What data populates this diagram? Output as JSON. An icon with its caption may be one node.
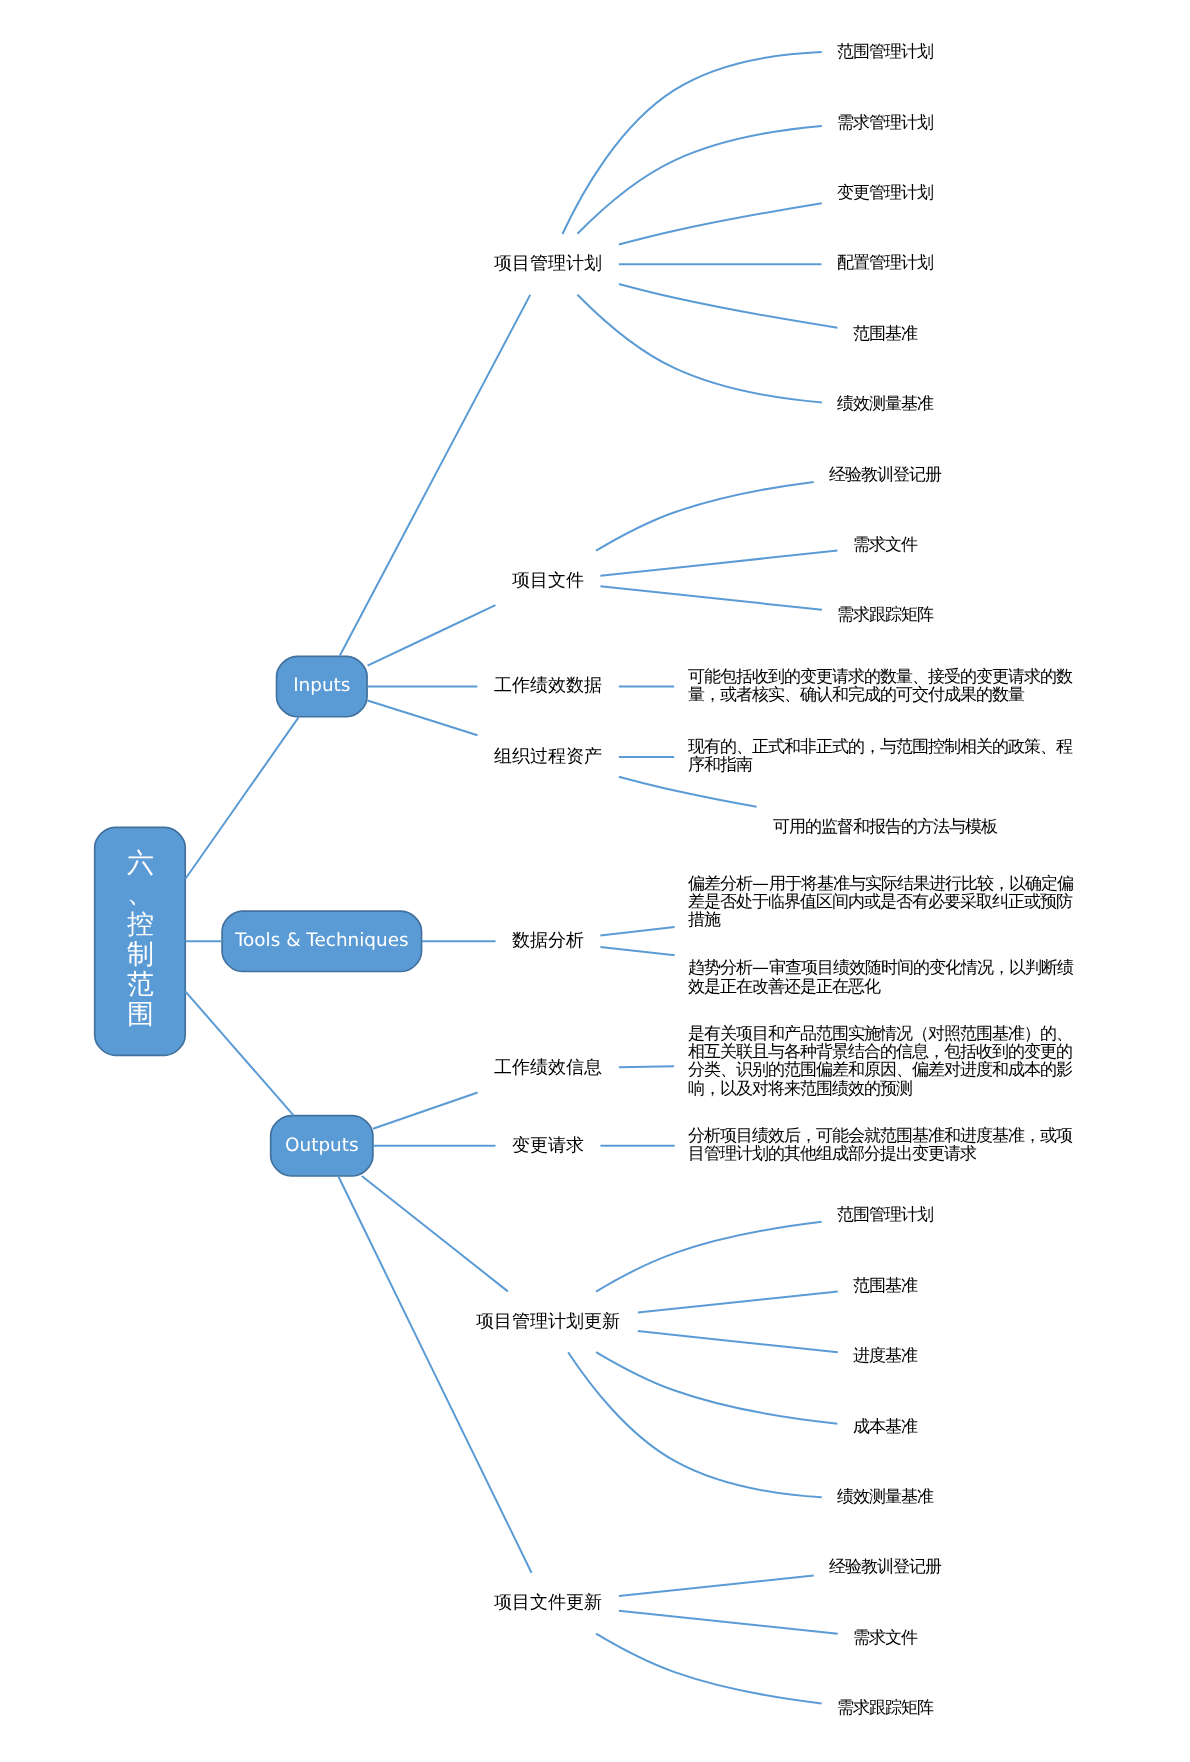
{
  "diagram": {
    "nodes": [
      {
        "text": [
          "六、控制范围"
        ]
      },
      {
        "text": [
          "Inputs"
        ]
      },
      {
        "text": [
          "项目管理计划"
        ]
      },
      {
        "text": [
          "范围管理计划"
        ]
      },
      {
        "text": [
          "需求管理计划"
        ]
      },
      {
        "text": [
          "变更管理计划"
        ]
      },
      {
        "text": [
          "配置管理计划"
        ]
      },
      {
        "text": [
          "范围基准"
        ]
      },
      {
        "text": [
          "绩效测量基准"
        ]
      },
      {
        "text": [
          "项目文件"
        ]
      },
      {
        "text": [
          "经验教训登记册"
        ]
      },
      {
        "text": [
          "需求文件"
        ]
      },
      {
        "text": [
          "需求跟踪矩阵"
        ]
      },
      {
        "text": [
          "工作绩效数据"
        ]
      },
      {
        "text": [
          "可能包括收到的变更请求的数量、接受的变更请求的数量，或者核实、确认和完成的可交付成果的数量"
        ]
      },
      {
        "text": [
          "组织过程资产"
        ]
      },
      {
        "text": [
          "现有的、正式和非正式的，与范围控制相关的政策、程序和指南"
        ]
      },
      {
        "text": [
          "可用的监督和报告的方法与模板"
        ]
      },
      {
        "text": [
          "Tools & Techniques"
        ]
      },
      {
        "text": [
          "数据分析"
        ]
      },
      {
        "text": [
          "偏差分析—用于将基准与实际结果进行比较，以确定偏差是否处于临界值区间内或是否有必要采取纠正或预防措施"
        ]
      },
      {
        "text": [
          "趋势分析—审查项目绩效随时间的变化情况，以判断绩效是正在改善还是正在恶化"
        ]
      },
      {
        "text": [
          "Outputs"
        ]
      },
      {
        "text": [
          "工作绩效信息"
        ]
      },
      {
        "text": [
          "是有关项目和产品范围实施情况（对照范围基准）的、相互关联且与各种背景结合的信息，包括收到的变更的分类、识别的范围偏差和原因、偏差对进度和成本的影响，以及对将来范围绩效的预测"
        ]
      },
      {
        "text": [
          "变更请求"
        ]
      },
      {
        "text": [
          "分析项目绩效后，可能会就范围基准和进度基准，或项目管理计划的其他组成部分提出变更请求"
        ]
      },
      {
        "text": [
          "项目管理计划更新"
        ]
      },
      {
        "text": [
          "范围管理计划"
        ]
      },
      {
        "text": [
          "范围基准"
        ]
      },
      {
        "text": [
          "进度基准"
        ]
      },
      {
        "text": [
          "成本基准"
        ]
      },
      {
        "text": [
          "绩效测量基准"
        ]
      },
      {
        "text": [
          "项目文件更新"
        ]
      },
      {
        "text": [
          "经验教训登记册"
        ]
      },
      {
        "text": [
          "需求文件"
        ]
      },
      {
        "text": [
          "需求跟踪矩阵"
        ]
      }
    ],
    "edges": [
      {
        "from": 0,
        "to": 1,
        "arrow": "none"
      },
      {
        "from": 1,
        "to": 2,
        "arrow": "none"
      },
      {
        "from": 2,
        "to": 3,
        "arrow": "none"
      },
      {
        "from": 2,
        "to": 4,
        "arrow": "none"
      },
      {
        "from": 2,
        "to": 5,
        "arrow": "none"
      },
      {
        "from": 2,
        "to": 6,
        "arrow": "none"
      },
      {
        "from": 2,
        "to": 7,
        "arrow": "none"
      },
      {
        "from": 2,
        "to": 8,
        "arrow": "none"
      },
      {
        "from": 1,
        "to": 9,
        "arrow": "none"
      },
      {
        "from": 9,
        "to": 10,
        "arrow": "none"
      },
      {
        "from": 9,
        "to": 11,
        "arrow": "none"
      },
      {
        "from": 9,
        "to": 12,
        "arrow": "none"
      },
      {
        "from": 1,
        "to": 13,
        "arrow": "none"
      },
      {
        "from": 13,
        "to": 14,
        "arrow": "none"
      },
      {
        "from": 1,
        "to": 15,
        "arrow": "none"
      },
      {
        "from": 15,
        "to": 16,
        "arrow": "none"
      },
      {
        "from": 15,
        "to": 17,
        "arrow": "none"
      },
      {
        "from": 0,
        "to": 18,
        "arrow": "none"
      },
      {
        "from": 18,
        "to": 19,
        "arrow": "none"
      },
      {
        "from": 19,
        "to": 20,
        "arrow": "none"
      },
      {
        "from": 19,
        "to": 21,
        "arrow": "none"
      },
      {
        "from": 0,
        "to": 22,
        "arrow": "none"
      },
      {
        "from": 22,
        "to": 23,
        "arrow": "none"
      },
      {
        "from": 23,
        "to": 24,
        "arrow": "none"
      },
      {
        "from": 22,
        "to": 25,
        "arrow": "none"
      },
      {
        "from": 25,
        "to": 26,
        "arrow": "none"
      },
      {
        "from": 22,
        "to": 27,
        "arrow": "none"
      },
      {
        "from": 27,
        "to": 28,
        "arrow": "none"
      },
      {
        "from": 27,
        "to": 29,
        "arrow": "none"
      },
      {
        "from": 27,
        "to": 30,
        "arrow": "none"
      },
      {
        "from": 27,
        "to": 31,
        "arrow": "none"
      },
      {
        "from": 27,
        "to": 32,
        "arrow": "none"
      },
      {
        "from": 22,
        "to": 33,
        "arrow": "none"
      },
      {
        "from": 33,
        "to": 34,
        "arrow": "none"
      },
      {
        "from": 33,
        "to": 35,
        "arrow": "none"
      },
      {
        "from": 33,
        "to": 36,
        "arrow": "none"
      }
    ]
  }
}
